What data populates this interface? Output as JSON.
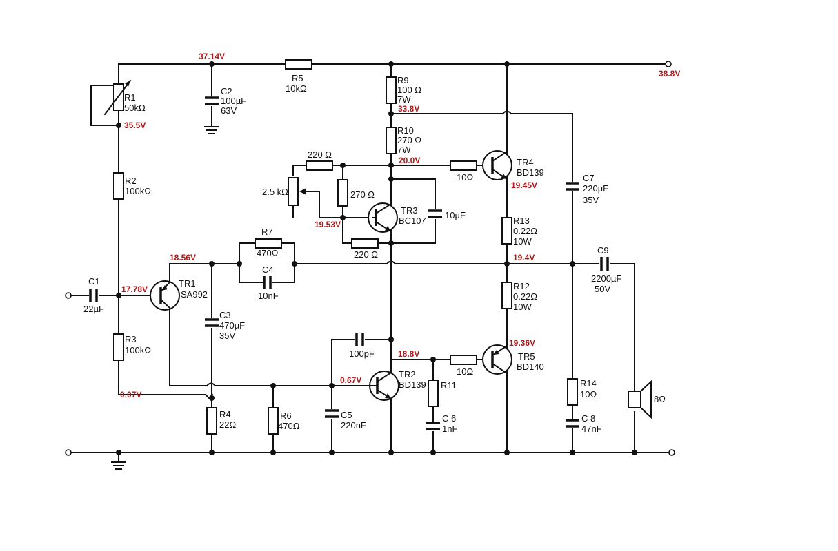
{
  "colors": {
    "wire": "#111111",
    "voltage": "#b01818",
    "background": "#ffffff"
  },
  "voltages": {
    "v_3714": "37.14V",
    "v_388": "38.8V",
    "v_355": "35.5V",
    "v_338": "33.8V",
    "v_200": "20.0V",
    "v_1945": "19.45V",
    "v_1953": "19.53V",
    "v_1856": "18.56V",
    "v_194": "19.4V",
    "v_1778": "17.78V",
    "v_1936": "19.36V",
    "v_188": "18.8V",
    "v_067": "0.67V",
    "v_007": "0.07V"
  },
  "components": {
    "r1": [
      "R1",
      "50kΩ"
    ],
    "r2": [
      "R2",
      "100kΩ"
    ],
    "r3": [
      "R3",
      "100kΩ"
    ],
    "r4": [
      "R4",
      "22Ω"
    ],
    "r5": [
      "R5",
      "10kΩ"
    ],
    "r6": [
      "R6",
      "470Ω"
    ],
    "r7": [
      "R7",
      "470Ω"
    ],
    "r9": [
      "R9",
      "100 Ω",
      "7W"
    ],
    "r10": [
      "R10",
      "270 Ω",
      "7W"
    ],
    "r11": [
      "R11"
    ],
    "r12": [
      "R12",
      "0.22Ω",
      "10W"
    ],
    "r13": [
      "R13",
      "0.22Ω",
      "10W"
    ],
    "r14": [
      "R14",
      "10Ω"
    ],
    "c1": [
      "C1",
      "22µF"
    ],
    "c2": [
      "C2",
      "100µF",
      "63V"
    ],
    "c3": [
      "C3",
      "470µF",
      "35V"
    ],
    "c4": [
      "C4",
      "10nF"
    ],
    "c5": [
      "C5",
      "220nF"
    ],
    "c6": [
      "C 6",
      "1nF"
    ],
    "c7": [
      "C7",
      "220µF",
      "35V"
    ],
    "c8": [
      "C 8",
      "47nF"
    ],
    "c9": [
      "C9",
      "2200µF",
      "50V"
    ],
    "tr1": [
      "TR1",
      "SA992"
    ],
    "tr2": [
      "TR2",
      "BD139"
    ],
    "tr3": [
      "TR3",
      "BC107"
    ],
    "tr4": [
      "TR4",
      "BD139"
    ],
    "tr5": [
      "TR5",
      "BD140"
    ],
    "r_220a": [
      "220 Ω"
    ],
    "r_270": [
      "270 Ω"
    ],
    "r_220b": [
      "220 Ω"
    ],
    "c_10u": [
      "10µF"
    ],
    "c_100p": [
      "100pF"
    ],
    "r_10a": [
      "10Ω"
    ],
    "r_10b": [
      "10Ω"
    ],
    "pot_25k": [
      "2.5 kΩ"
    ],
    "spk": [
      "8Ω"
    ]
  }
}
